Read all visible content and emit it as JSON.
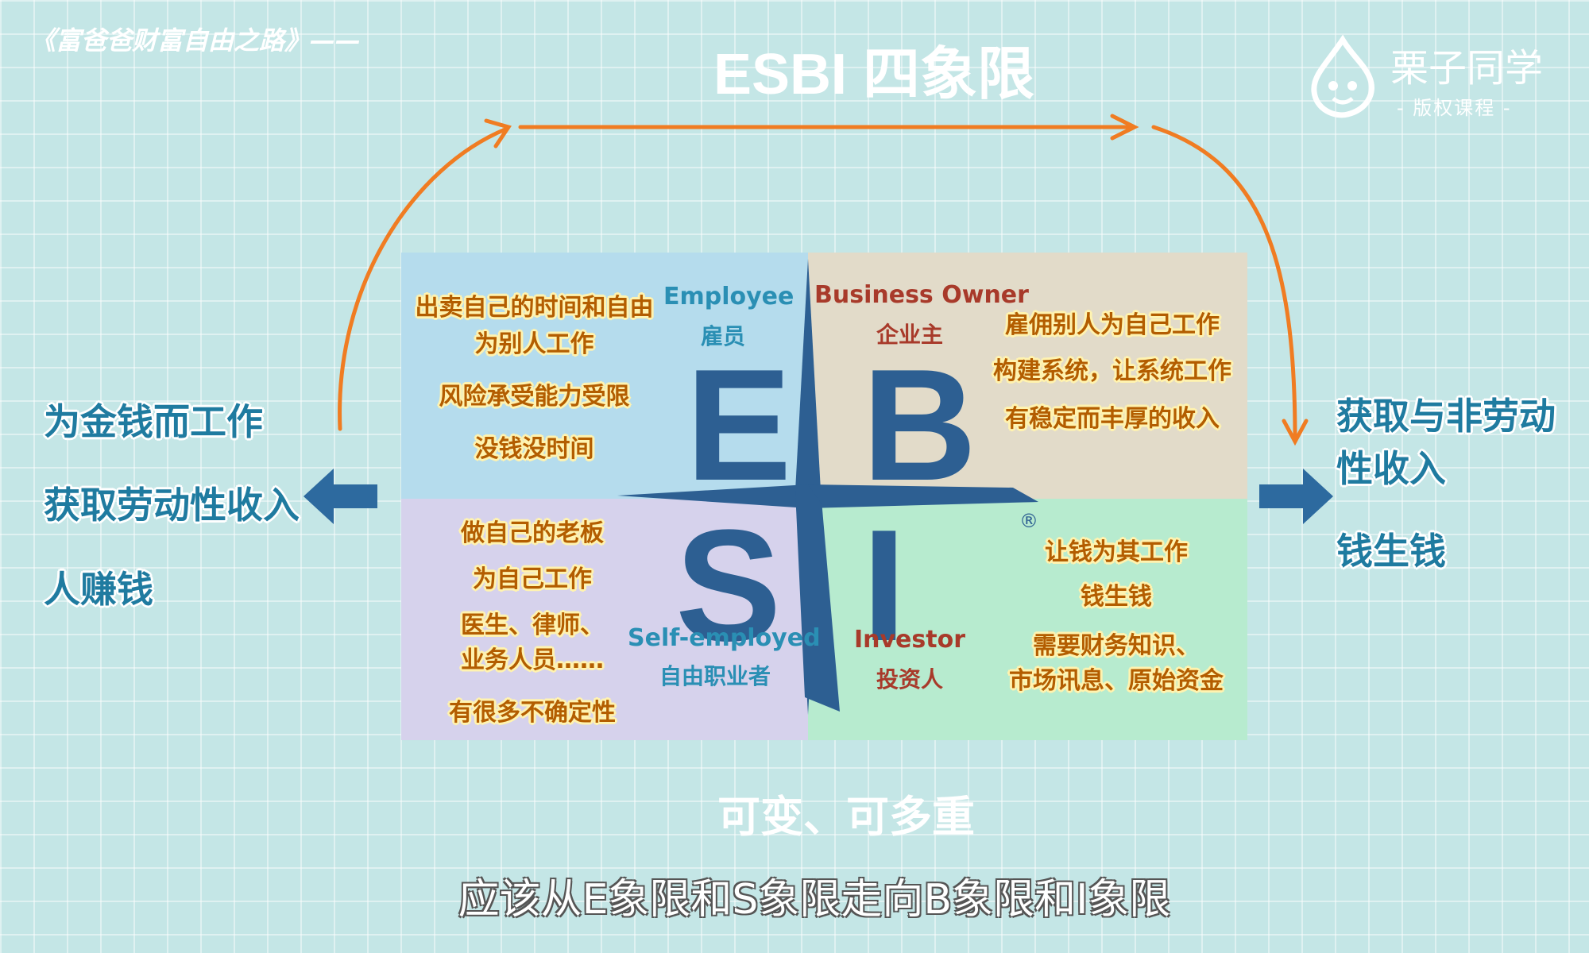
{
  "header": {
    "book_title": "《富爸爸财富自由之路》——",
    "main_title": "ESBI 四象限",
    "logo_name": "栗子同学",
    "logo_sub": "- 版权课程 -"
  },
  "left_panel": {
    "lines": [
      "为金钱而工作",
      "获取劳动性收入",
      "人赚钱"
    ]
  },
  "right_panel": {
    "lines": [
      "获取与非劳动",
      "性收入",
      "钱生钱"
    ]
  },
  "quadrants": {
    "E": {
      "letter": "E",
      "en": "Employee",
      "zh": "雇员",
      "notes": [
        "出卖自己的时间和自由",
        "为别人工作",
        "风险承受能力受限",
        "没钱没时间"
      ]
    },
    "B": {
      "letter": "B",
      "en": "Business Owner",
      "zh": "企业主",
      "notes": [
        "雇佣别人为自己工作",
        "构建系统，让系统工作",
        "有稳定而丰厚的收入"
      ]
    },
    "S": {
      "letter": "S",
      "en": "Self-employed",
      "zh": "自由职业者",
      "notes": [
        "做自己的老板",
        "为自己工作",
        "医生、律师、",
        "业务人员……",
        "有很多不确定性"
      ]
    },
    "I": {
      "letter": "I",
      "en": "Investor",
      "zh": "投资人",
      "registered": "®",
      "notes": [
        "让钱为其工作",
        "钱生钱",
        "需要财务知识、",
        "市场讯息、原始资金"
      ]
    }
  },
  "footer": {
    "tagline": "可变、可多重",
    "subtitle": "应该从E象限和S象限走向B象限和I象限"
  },
  "colors": {
    "background": "#c4e6e6",
    "quad_E": "#b5dced",
    "quad_B": "#e2dbc9",
    "quad_S": "#d6d2ec",
    "quad_I": "#b7ebcf",
    "cross": "#2d5f92",
    "arrow_orange": "#f07c22",
    "arrow_blue": "#2d6a9f"
  }
}
